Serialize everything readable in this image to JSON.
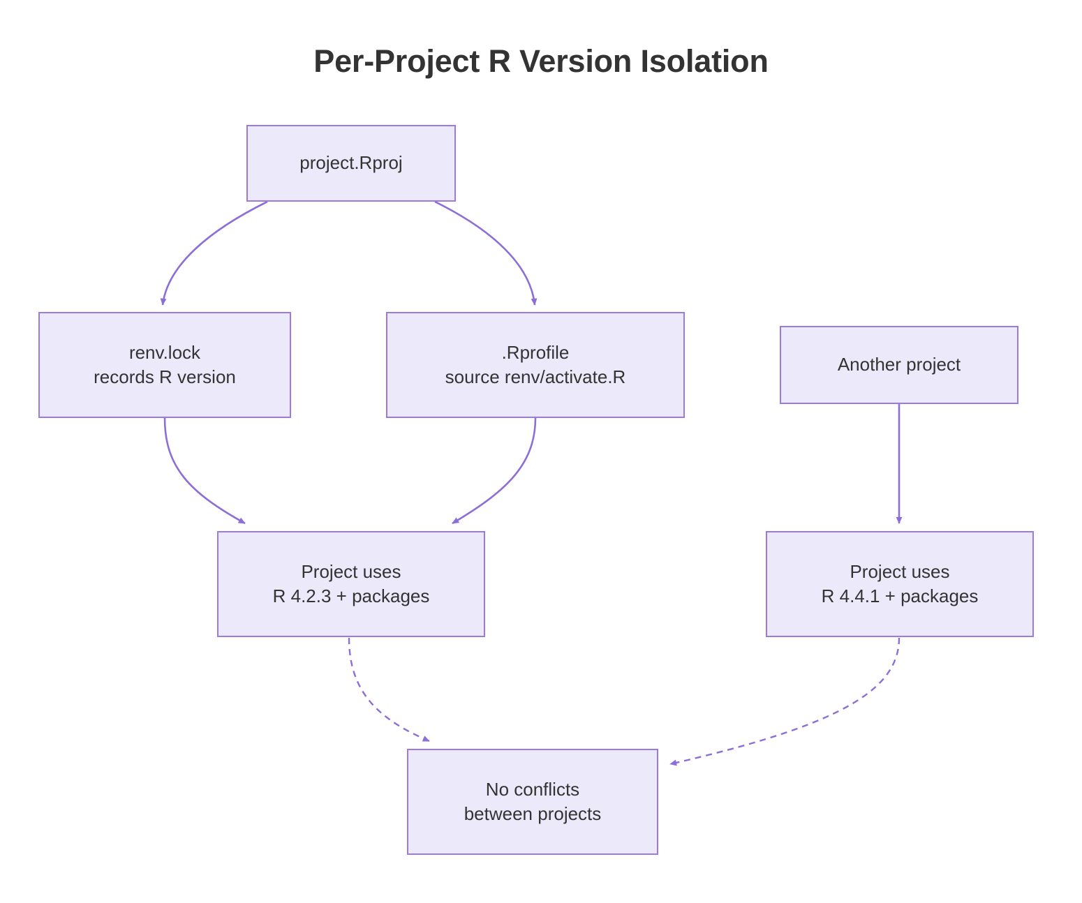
{
  "diagram": {
    "title": "Per-Project R Version Isolation",
    "type": "flowchart",
    "colors": {
      "node_fill": "#ece9fb",
      "node_border": "#9a7ae0",
      "edge": "#8c6fd6",
      "text": "#333333",
      "background": "#ffffff"
    },
    "nodes": [
      {
        "id": "rproj",
        "lines": [
          "project.Rproj"
        ]
      },
      {
        "id": "renvlock",
        "lines": [
          "renv.lock",
          "records R version"
        ]
      },
      {
        "id": "rprofile",
        "lines": [
          ".Rprofile",
          "source renv/activate.R"
        ]
      },
      {
        "id": "another",
        "lines": [
          "Another project"
        ]
      },
      {
        "id": "uses423",
        "lines": [
          "Project uses",
          "R 4.2.3 + packages"
        ]
      },
      {
        "id": "uses441",
        "lines": [
          "Project uses",
          "R 4.4.1 + packages"
        ]
      },
      {
        "id": "noconflict",
        "lines": [
          "No conflicts",
          "between projects"
        ]
      }
    ],
    "edges": [
      {
        "from": "rproj",
        "to": "renvlock",
        "style": "solid",
        "arrow": true
      },
      {
        "from": "rproj",
        "to": "rprofile",
        "style": "solid",
        "arrow": true
      },
      {
        "from": "renvlock",
        "to": "uses423",
        "style": "solid",
        "arrow": true
      },
      {
        "from": "rprofile",
        "to": "uses423",
        "style": "solid",
        "arrow": true
      },
      {
        "from": "another",
        "to": "uses441",
        "style": "solid",
        "arrow": true
      },
      {
        "from": "uses423",
        "to": "noconflict",
        "style": "dotted",
        "arrow": true
      },
      {
        "from": "uses441",
        "to": "noconflict",
        "style": "dotted",
        "arrow": true
      }
    ]
  }
}
